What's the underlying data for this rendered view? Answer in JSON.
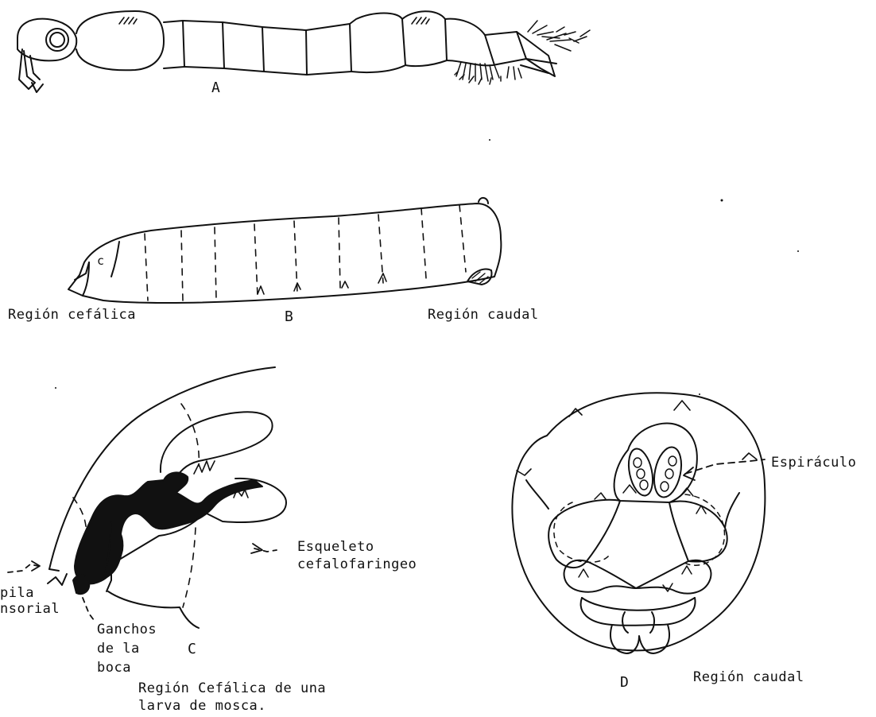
{
  "figure_a": {
    "letter": "A"
  },
  "figure_b": {
    "letter": "B",
    "segment_label": "c",
    "left_label": "Región cefálica",
    "right_label": "Región caudal"
  },
  "figure_c": {
    "letter": "C",
    "esqueleto": [
      "Esqueleto",
      "cefalofaringeo"
    ],
    "papila": [
      "pila",
      "nsorial"
    ],
    "ganchos": [
      "Ganchos",
      "de la",
      "boca"
    ],
    "caption": [
      "Región Cefálica de una",
      "larva de mosca."
    ]
  },
  "figure_d": {
    "letter": "D",
    "espiraculo": "Espiráculo",
    "caption": "Región caudal"
  },
  "colors": {
    "ink": "#111111",
    "paper": "#ffffff"
  }
}
